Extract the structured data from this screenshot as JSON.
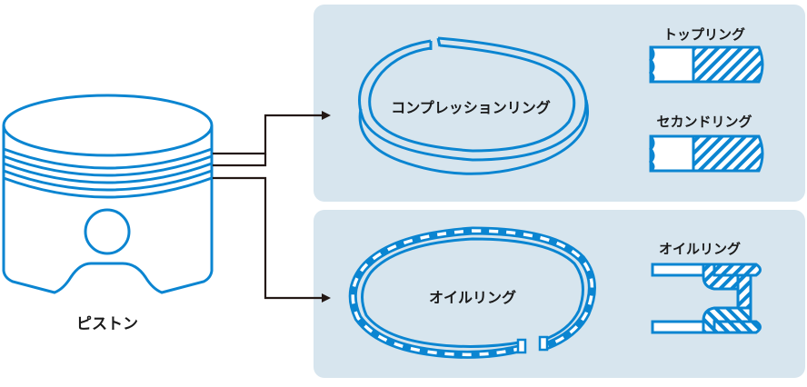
{
  "colors": {
    "panel": "#d7e5ee",
    "stroke": "#0b85d1",
    "connector": "#231815",
    "text": "#1a1a1a",
    "fill_white": "#ffffff"
  },
  "piston": {
    "label": "ピストン"
  },
  "panels": {
    "compression": {
      "ring_label": "コンプレッションリング",
      "sections": [
        {
          "label": "トップリング"
        },
        {
          "label": "セカンドリング"
        }
      ]
    },
    "oil": {
      "ring_label": "オイルリング",
      "sections": [
        {
          "label": "オイルリング"
        }
      ]
    }
  }
}
